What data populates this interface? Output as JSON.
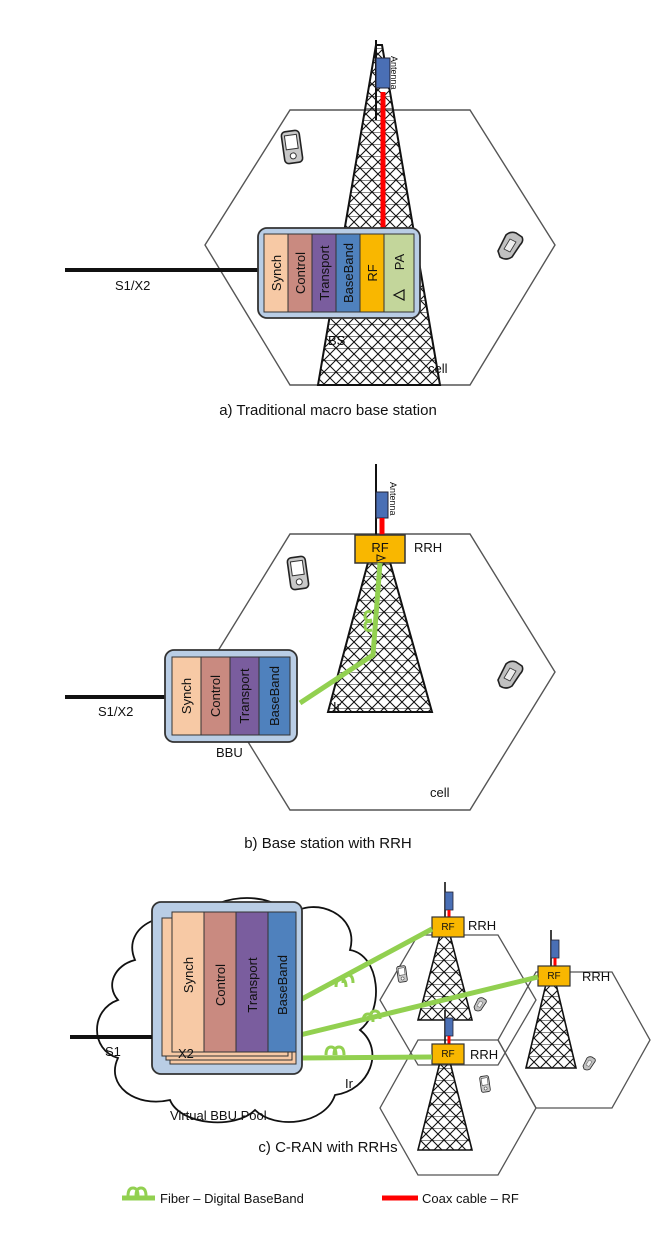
{
  "panel_a": {
    "caption": "a) Traditional macro base station",
    "antenna": "Antenna",
    "modules": [
      "Synch",
      "Control",
      "Transport",
      "BaseBand",
      "RF",
      "PA"
    ],
    "link": "S1/X2",
    "bs": "BS",
    "cell": "cell"
  },
  "panel_b": {
    "caption": "b) Base station with RRH",
    "antenna": "Antenna",
    "rf": "RF",
    "rrh": "RRH",
    "modules": [
      "Synch",
      "Control",
      "Transport",
      "BaseBand"
    ],
    "link": "S1/X2",
    "bbu": "BBU",
    "ir": "Ir",
    "cell": "cell"
  },
  "panel_c": {
    "caption": "c) C-RAN with RRHs",
    "modules": [
      "Synch",
      "Control",
      "Transport",
      "BaseBand"
    ],
    "x2": "X2",
    "link": "S1",
    "pool": "Virtual BBU Pool",
    "ir": "Ir",
    "rf": "RF",
    "rrh": "RRH"
  },
  "legend": {
    "fiber": "Fiber – Digital BaseBand",
    "coax": "Coax cable – RF"
  },
  "colors": {
    "synch": "#f7c9a5",
    "control": "#c98a80",
    "transport": "#7a5d9e",
    "baseband": "#4f81bd",
    "rf": "#f9b700",
    "pa": "#c3d69b",
    "box_frame": "#b9cde5",
    "fiber": "#92d050",
    "coax": "#ff0000",
    "antenna": "#4a6fb5"
  }
}
